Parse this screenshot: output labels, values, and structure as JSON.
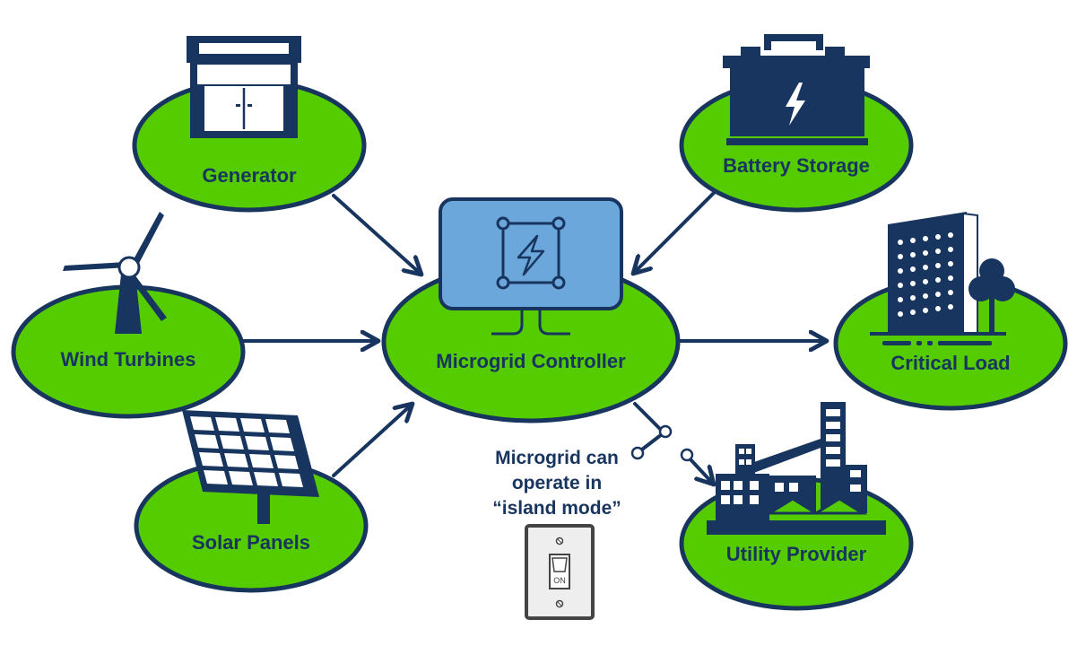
{
  "colors": {
    "node_fill": "#55cc00",
    "outline": "#17355e",
    "controller_screen": "#6ca7dc",
    "switch_plate": "#eeeeee"
  },
  "nodes": {
    "generator": {
      "label": "Generator",
      "icon": "generator-icon"
    },
    "wind": {
      "label": "Wind Turbines",
      "icon": "wind-turbine-icon"
    },
    "solar": {
      "label": "Solar Panels",
      "icon": "solar-panel-icon"
    },
    "controller": {
      "label": "Microgrid Controller",
      "icon": "controller-screen-icon"
    },
    "battery": {
      "label": "Battery Storage",
      "icon": "battery-icon"
    },
    "critical": {
      "label": "Critical Load",
      "icon": "building-tree-icon"
    },
    "utility": {
      "label": "Utility Provider",
      "icon": "factory-icon"
    }
  },
  "island_note": {
    "lines": [
      "Microgrid can",
      "operate in",
      "“island mode”"
    ],
    "switch_label": "ON",
    "icon": "light-switch-icon"
  }
}
